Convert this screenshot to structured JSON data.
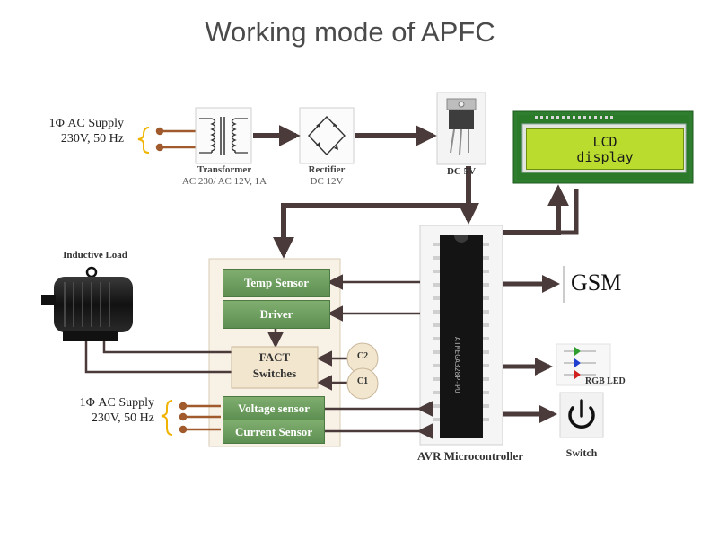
{
  "title": "Working mode of APFC",
  "ac_supply_top": {
    "line1": "1Φ AC Supply",
    "line2": "230V, 50 Hz"
  },
  "transformer": {
    "label": "Transformer",
    "spec": "AC 230/ AC 12V, 1A"
  },
  "rectifier": {
    "label": "Rectifier",
    "spec": "DC 12V"
  },
  "regulator": {
    "label": "DC 5V"
  },
  "lcd": {
    "line1": "LCD",
    "line2": "display"
  },
  "inductive_load": {
    "label": "Inductive Load"
  },
  "control_blocks": {
    "temp_sensor": "Temp Sensor",
    "driver": "Driver",
    "fact_switches_line1": "FACT",
    "fact_switches_line2": "Switches",
    "voltage_sensor": "Voltage sensor",
    "current_sensor": "Current Sensor"
  },
  "capacitors": {
    "c2": "C2",
    "c1": "C1"
  },
  "ac_supply_bottom": {
    "line1": "1Φ AC Supply",
    "line2": "230V, 50 Hz"
  },
  "microcontroller": {
    "label": "AVR Microcontroller",
    "chip_text": "ATMEGA328P-PU"
  },
  "gsm": {
    "label": "GSM"
  },
  "rgb_led": {
    "label": "RGB LED",
    "colors": [
      "#2e9e2e",
      "#1f3fd0",
      "#d02020"
    ]
  },
  "switch": {
    "label": "Switch"
  },
  "colors": {
    "arrow": "#4a3a3a",
    "block_green": "#6b9c5e",
    "panel_bg": "#f7f1e6",
    "lcd_green": "#b9dc2e",
    "wire_brown": "#a05a2c"
  }
}
